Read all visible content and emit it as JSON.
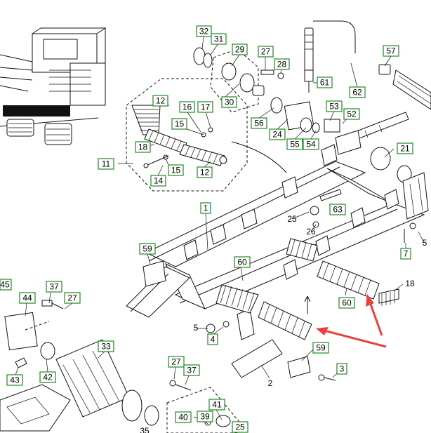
{
  "callouts": [
    {
      "id": "c32",
      "text": "32"
    },
    {
      "id": "c31",
      "text": "31"
    },
    {
      "id": "c29",
      "text": "29"
    },
    {
      "id": "c27a",
      "text": "27"
    },
    {
      "id": "c28",
      "text": "28"
    },
    {
      "id": "c57",
      "text": "57"
    },
    {
      "id": "c12a",
      "text": "12"
    },
    {
      "id": "c16",
      "text": "16"
    },
    {
      "id": "c17",
      "text": "17"
    },
    {
      "id": "c30",
      "text": "30"
    },
    {
      "id": "c61",
      "text": "61"
    },
    {
      "id": "c62",
      "text": "62"
    },
    {
      "id": "c15a",
      "text": "15"
    },
    {
      "id": "c53",
      "text": "53"
    },
    {
      "id": "c56",
      "text": "56"
    },
    {
      "id": "c52",
      "text": "52"
    },
    {
      "id": "c24",
      "text": "24"
    },
    {
      "id": "c55",
      "text": "55"
    },
    {
      "id": "c54",
      "text": "54"
    },
    {
      "id": "c18a",
      "text": "18"
    },
    {
      "id": "c21",
      "text": "21"
    },
    {
      "id": "c11",
      "text": "11"
    },
    {
      "id": "c15b",
      "text": "15"
    },
    {
      "id": "c12b",
      "text": "12"
    },
    {
      "id": "c14",
      "text": "14"
    },
    {
      "id": "c1",
      "text": "1"
    },
    {
      "id": "c63",
      "text": "63"
    },
    {
      "id": "c25a",
      "text": "25"
    },
    {
      "id": "c26",
      "text": "26"
    },
    {
      "id": "c7",
      "text": "7"
    },
    {
      "id": "c5a",
      "text": "5"
    },
    {
      "id": "c59a",
      "text": "59"
    },
    {
      "id": "c60a",
      "text": "60"
    },
    {
      "id": "c18b",
      "text": "18"
    },
    {
      "id": "c45",
      "text": "45"
    },
    {
      "id": "c37a",
      "text": "37"
    },
    {
      "id": "c27b",
      "text": "27"
    },
    {
      "id": "c60b",
      "text": "60"
    },
    {
      "id": "c44",
      "text": "44"
    },
    {
      "id": "c5b",
      "text": "5"
    },
    {
      "id": "c4",
      "text": "4"
    },
    {
      "id": "c33",
      "text": "33"
    },
    {
      "id": "c59b",
      "text": "59"
    },
    {
      "id": "c3",
      "text": "3"
    },
    {
      "id": "c43",
      "text": "43"
    },
    {
      "id": "c42",
      "text": "42"
    },
    {
      "id": "c27c",
      "text": "27"
    },
    {
      "id": "c37b",
      "text": "37"
    },
    {
      "id": "c2",
      "text": "2"
    },
    {
      "id": "c41",
      "text": "41"
    },
    {
      "id": "c40",
      "text": "40"
    },
    {
      "id": "c39",
      "text": "39"
    },
    {
      "id": "c25b",
      "text": "25"
    },
    {
      "id": "c35",
      "text": "35"
    }
  ],
  "colors": {
    "callout_border": "#1f8a1f",
    "arrow": "#e8423c"
  }
}
